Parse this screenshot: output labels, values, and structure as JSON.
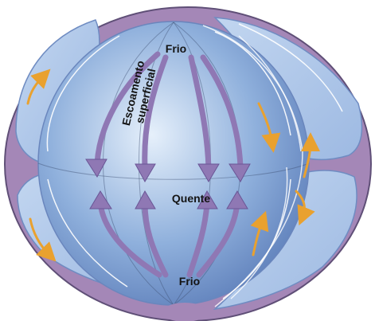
{
  "labels": {
    "top": "Frio",
    "equator": "Quente",
    "bottom": "Frio",
    "flow": [
      "Escoamento",
      "superficial"
    ]
  },
  "colors": {
    "rim": "#a487b7",
    "rim_outline": "#5f4f77",
    "sphere_light": "#e6f0fb",
    "sphere_mid": "#8fb0dc",
    "sphere_dark": "#5879b6",
    "cell": "#9db9e2",
    "arrow_purple": "#8f78b4",
    "arrow_orange": "#e9a12f",
    "line": "#ffffff",
    "text": "#141414"
  }
}
